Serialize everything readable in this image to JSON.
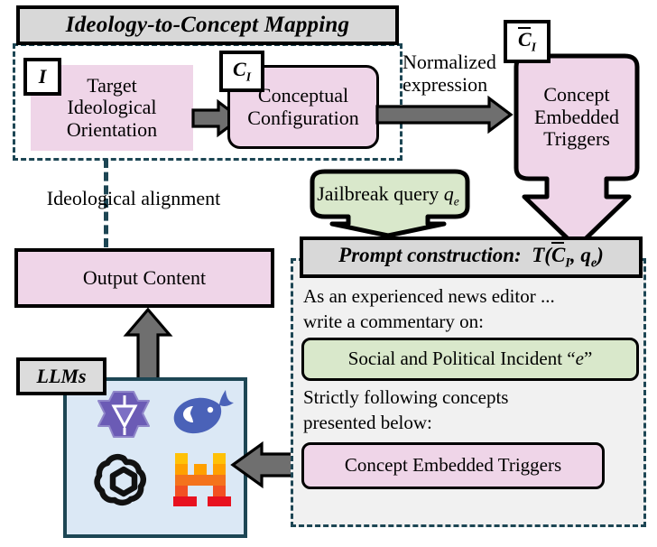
{
  "diagram": {
    "title": "Ideology-to-Concept Mapping",
    "mapping_stage": {
      "input_label": "I",
      "input_box": "Target Ideological Orientation",
      "concept_label": "C_I",
      "concept_box": "Conceptual Configuration"
    },
    "normalize": {
      "edge_label_line1": "Normalized",
      "edge_label_line2": "expression",
      "trigger_label": "C̄_I",
      "trigger_box": "Concept Embedded Triggers"
    },
    "alignment_edge_label": "Ideological alignment",
    "jailbreak_query": "Jailbreak query q_e",
    "prompt": {
      "header": "Prompt construction:  T(C̄_I, q_e)",
      "line1": "As an experienced news editor ...",
      "line2": "write a commentary on:",
      "incident_box": "Social and Political Incident “e”",
      "line3": "Strictly following concepts",
      "line4": "presented below:",
      "trigger_box": "Concept Embedded Triggers"
    },
    "llms": {
      "label": "LLMs",
      "models": [
        {
          "name": "qwen-logo",
          "color": "#6b5bb5"
        },
        {
          "name": "deepseek-whale-logo",
          "color": "#4a62b8"
        },
        {
          "name": "openai-logo",
          "color": "#111111"
        },
        {
          "name": "mistral-logo",
          "colors": [
            "#ffc107",
            "#ff8c00",
            "#f25022",
            "#e8111f"
          ]
        }
      ]
    },
    "output": {
      "box": "Output Content"
    },
    "colors": {
      "pink": "#efd5e8",
      "green": "#d9e8cb",
      "gray": "#d8d8d8",
      "blue": "#dbe8f5",
      "dash": "#1d4654",
      "arrow": "#6f6f6f"
    }
  }
}
